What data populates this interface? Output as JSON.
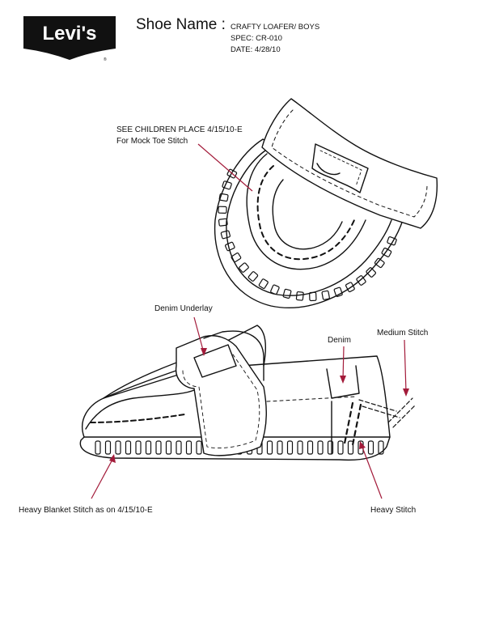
{
  "brand": {
    "logo_text": "Levi's"
  },
  "header": {
    "shoe_name_label": "Shoe Name :",
    "shoe_name_value": "CRAFTY  LOAFER/ BOYS",
    "spec": "SPEC: CR-010",
    "date": "DATE: 4/28/10"
  },
  "callouts": {
    "mock_toe_line1": "SEE CHILDREN PLACE  4/15/10-E",
    "mock_toe_line2": "For Mock Toe Stitch",
    "denim_underlay": "Denim Underlay",
    "denim": "Denim",
    "medium_stitch": "Medium Stitch",
    "heavy_blanket_stitch": "Heavy Blanket Stitch as on 4/15/10-E",
    "heavy_stitch": "Heavy Stitch"
  },
  "colors": {
    "leader_line": "#a31b3a",
    "outline": "#111111",
    "logo_fill": "#111111"
  }
}
